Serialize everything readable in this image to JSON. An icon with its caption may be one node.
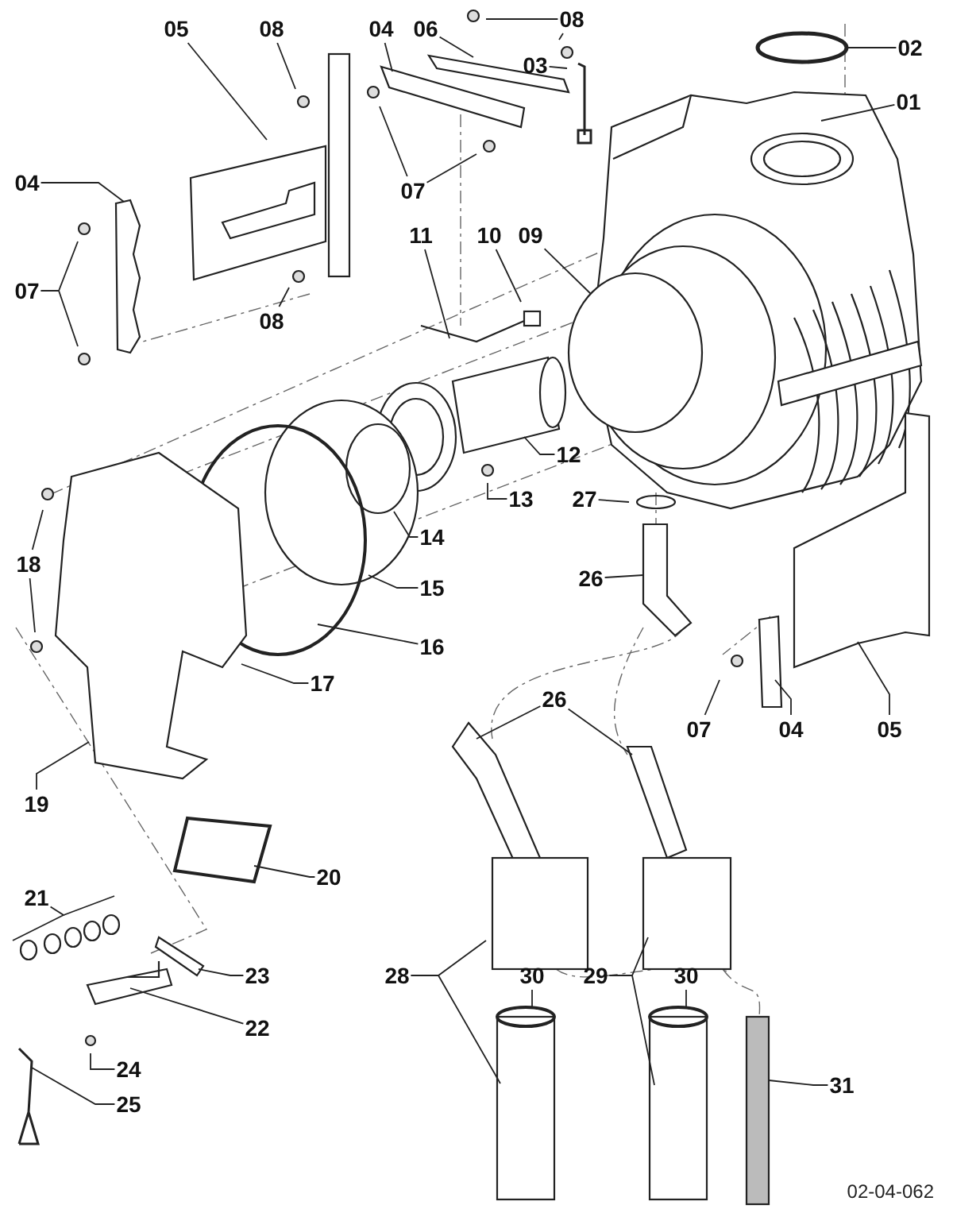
{
  "diagram": {
    "nodes": [
      {
        "text": [
          "05"
        ]
      },
      {
        "text": [
          "08"
        ]
      },
      {
        "text": [
          "04"
        ]
      },
      {
        "text": [
          "06"
        ]
      },
      {
        "text": [
          "08"
        ]
      },
      {
        "text": [
          "02"
        ]
      },
      {
        "text": [
          "03"
        ]
      },
      {
        "text": [
          "01"
        ]
      },
      {
        "text": [
          "04"
        ]
      },
      {
        "text": [
          "07"
        ]
      },
      {
        "text": [
          "11"
        ]
      },
      {
        "text": [
          "10"
        ]
      },
      {
        "text": [
          "09"
        ]
      },
      {
        "text": [
          "07"
        ]
      },
      {
        "text": [
          "08"
        ]
      },
      {
        "text": [
          "12"
        ]
      },
      {
        "text": [
          "13"
        ]
      },
      {
        "text": [
          "27"
        ]
      },
      {
        "text": [
          "14"
        ]
      },
      {
        "text": [
          "18"
        ]
      },
      {
        "text": [
          "26"
        ]
      },
      {
        "text": [
          "15"
        ]
      },
      {
        "text": [
          "16"
        ]
      },
      {
        "text": [
          "17"
        ]
      },
      {
        "text": [
          "26"
        ]
      },
      {
        "text": [
          "07"
        ]
      },
      {
        "text": [
          "04"
        ]
      },
      {
        "text": [
          "05"
        ]
      },
      {
        "text": [
          "19"
        ]
      },
      {
        "text": [
          "20"
        ]
      },
      {
        "text": [
          "21"
        ]
      },
      {
        "text": [
          "23"
        ]
      },
      {
        "text": [
          "28"
        ]
      },
      {
        "text": [
          "29"
        ]
      },
      {
        "text": [
          "30"
        ]
      },
      {
        "text": [
          "30"
        ]
      },
      {
        "text": [
          "22"
        ]
      },
      {
        "text": [
          "24"
        ]
      },
      {
        "text": [
          "31"
        ]
      },
      {
        "text": [
          "25"
        ]
      }
    ],
    "edges": [
      {
        "from": 0,
        "to": null,
        "arrow": "none"
      },
      {
        "from": 1,
        "to": null,
        "arrow": "none"
      },
      {
        "from": 2,
        "to": null,
        "arrow": "none"
      },
      {
        "from": 3,
        "to": null,
        "arrow": "none"
      },
      {
        "from": 4,
        "to": null,
        "arrow": "none"
      },
      {
        "from": 4,
        "to": null,
        "arrow": "none"
      },
      {
        "from": 5,
        "to": null,
        "arrow": "none"
      },
      {
        "from": 6,
        "to": null,
        "arrow": "none"
      },
      {
        "from": 7,
        "to": null,
        "arrow": "none"
      },
      {
        "from": 8,
        "to": null,
        "arrow": "none"
      },
      {
        "from": 9,
        "to": null,
        "arrow": "none"
      },
      {
        "from": 9,
        "to": null,
        "arrow": "none"
      },
      {
        "from": 10,
        "to": null,
        "arrow": "none"
      },
      {
        "from": 11,
        "to": null,
        "arrow": "none"
      },
      {
        "from": 12,
        "to": null,
        "arrow": "none"
      },
      {
        "from": 13,
        "to": null,
        "arrow": "none"
      },
      {
        "from": 13,
        "to": null,
        "arrow": "none"
      },
      {
        "from": 14,
        "to": null,
        "arrow": "none"
      },
      {
        "from": 15,
        "to": null,
        "arrow": "none"
      },
      {
        "from": 16,
        "to": null,
        "arrow": "none"
      },
      {
        "from": 17,
        "to": null,
        "arrow": "none"
      },
      {
        "from": 18,
        "to": null,
        "arrow": "none"
      },
      {
        "from": 19,
        "to": null,
        "arrow": "none"
      },
      {
        "from": 19,
        "to": null,
        "arrow": "none"
      },
      {
        "from": 20,
        "to": null,
        "arrow": "none"
      },
      {
        "from": 21,
        "to": null,
        "arrow": "none"
      },
      {
        "from": 22,
        "to": null,
        "arrow": "none"
      },
      {
        "from": 23,
        "to": null,
        "arrow": "none"
      },
      {
        "from": 24,
        "to": null,
        "arrow": "none"
      },
      {
        "from": 24,
        "to": null,
        "arrow": "none"
      },
      {
        "from": 25,
        "to": null,
        "arrow": "none"
      },
      {
        "from": 26,
        "to": null,
        "arrow": "none"
      },
      {
        "from": 27,
        "to": null,
        "arrow": "none"
      },
      {
        "from": 28,
        "to": null,
        "arrow": "none"
      },
      {
        "from": 29,
        "to": null,
        "arrow": "none"
      },
      {
        "from": 30,
        "to": null,
        "arrow": "none"
      },
      {
        "from": 31,
        "to": null,
        "arrow": "none"
      },
      {
        "from": 32,
        "to": null,
        "arrow": "none"
      },
      {
        "from": 32,
        "to": null,
        "arrow": "none"
      },
      {
        "from": 33,
        "to": null,
        "arrow": "none"
      },
      {
        "from": 33,
        "to": null,
        "arrow": "none"
      },
      {
        "from": 34,
        "to": null,
        "arrow": "none"
      },
      {
        "from": 35,
        "to": null,
        "arrow": "none"
      },
      {
        "from": 36,
        "to": null,
        "arrow": "none"
      },
      {
        "from": 37,
        "to": null,
        "arrow": "none"
      },
      {
        "from": 38,
        "to": null,
        "arrow": "none"
      },
      {
        "from": 39,
        "to": null,
        "arrow": "none"
      }
    ],
    "labels": [
      "02-04-062"
    ]
  }
}
